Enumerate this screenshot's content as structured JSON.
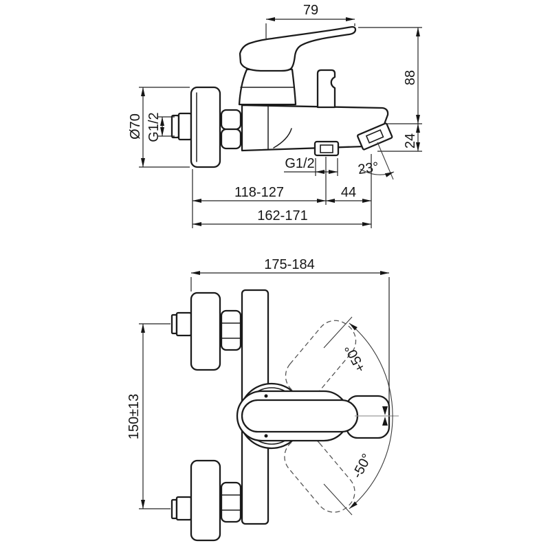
{
  "drawing": {
    "side_view": {
      "handle_length": "79",
      "total_height": "88",
      "spout_drop": "24",
      "flange_diameter": "Ø70",
      "wall_thread": "G1/2",
      "outlet_thread": "G1/2",
      "spray_angle": "23°",
      "wall_to_outlet": "118-127",
      "outlet_to_spout": "44",
      "wall_to_spout_tip": "162-171"
    },
    "plan_view": {
      "overall_depth": "175-184",
      "inlet_spacing": "150±13",
      "handle_swivel_up": "+50°",
      "handle_swivel_down": "-50°"
    }
  },
  "colors": {
    "line": "#1b1b1b",
    "dimension_line": "#222222",
    "dashed_line": "#555555",
    "centerline_gray": "#9a9a9a",
    "background": "#ffffff"
  }
}
